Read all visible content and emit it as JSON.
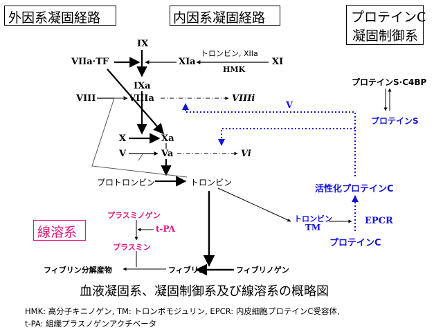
{
  "headers": {
    "extrinsic": "外因系凝固経路",
    "intrinsic": "内因系凝固経路",
    "proteinc_line1": "プロテインC",
    "proteinc_line2": "凝固制御系",
    "fibrinolysis": "線溶系"
  },
  "factors": {
    "ix": "IX",
    "viia_tf": "VIIa·TF",
    "xia": "XIa",
    "xi": "XI",
    "thrombin_xiia": "トロンビン, XIIa",
    "hmk": "HMK",
    "ixa": "IXa",
    "viii": "VIII",
    "viiia": "VIIIa",
    "viiii": "VIIIi",
    "x": "X",
    "xa": "Xa",
    "v": "V",
    "va": "Va",
    "vi": "Vi",
    "prothrombin": "プロトロンビン",
    "thrombin": "トロンビン"
  },
  "control": {
    "proteins_c4bp": "プロテインS·C4BP",
    "proteins": "プロテインS",
    "v_label": "V",
    "activated_proteinc": "活性化プロテインC",
    "thrombin_tm_line1": "トロンビン",
    "thrombin_tm_line2": "TM",
    "epcr": "EPCR",
    "proteinc": "プロテインC"
  },
  "fibrinolysis": {
    "plasminogen": "プラスミノゲン",
    "tpa": "t-PA",
    "plasmin": "プラスミン",
    "fdp": "フィブリン分解産物",
    "fibrin": "フィブリン",
    "fibrinogen": "フィブリノゲン"
  },
  "caption": {
    "title": "血液凝固系、凝固制御系及び線溶系の概略図",
    "legend_line1": "HMK: 高分子キニノゲン, TM: トロンボモジュリン, EPCR: 内皮細胞プロテインC受容体,",
    "legend_line2": "t-PA: 組織プラスノゲンアクチベータ"
  },
  "colors": {
    "black": "#000000",
    "blue": "#1414d2",
    "pink": "#e0167a"
  }
}
